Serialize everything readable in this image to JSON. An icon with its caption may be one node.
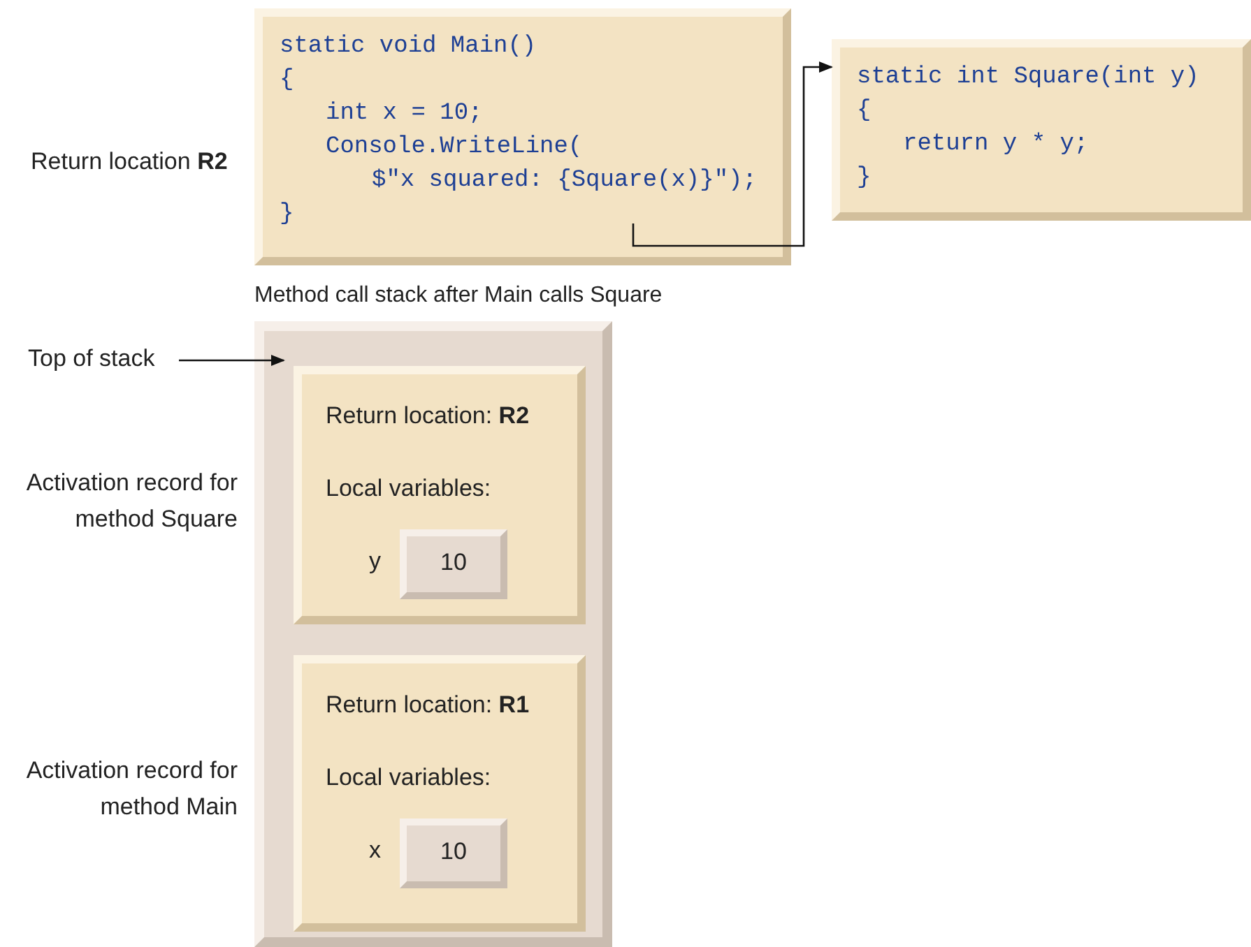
{
  "diagram": {
    "nodes": [
      {
        "text": [
          "static void Main()",
          "{",
          "int x = 10;",
          "Console.WriteLine(",
          "$\"x squared: {Square(x)}\");",
          "}"
        ]
      },
      {
        "text": [
          "static int Square(int y)",
          "{",
          "return y * y;",
          "}"
        ]
      },
      {
        "text": [
          "Method call stack after Main calls Square"
        ]
      },
      {
        "text": [
          "Return location: **R2**",
          "Local variables:"
        ],
        "in": 2
      },
      {
        "text": [
          "10"
        ],
        "beside": [
          "y"
        ],
        "in": 3
      },
      {
        "text": [
          "Return location: **R1**",
          "Local variables:"
        ],
        "in": 2
      },
      {
        "text": [
          "10"
        ],
        "beside": [
          "x"
        ],
        "in": 5
      },
      {
        "text": [
          "Top of stack"
        ]
      }
    ],
    "edges": [
      {
        "from": 0,
        "to": 1,
        "arrow": "to"
      },
      {
        "from": 7,
        "to": 3,
        "arrow": "to"
      }
    ],
    "labels": [
      "Return location **R2**",
      "Activation record for method Square",
      "Activation record for method Main"
    ]
  }
}
